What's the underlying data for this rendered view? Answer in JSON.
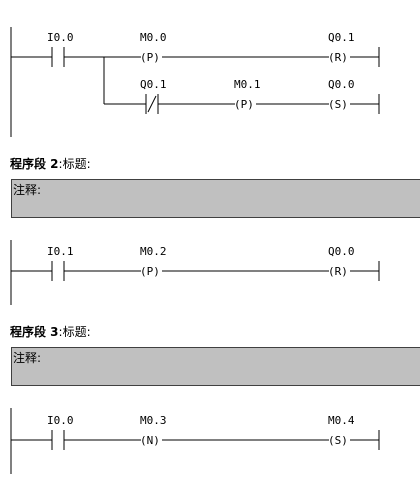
{
  "networks": [
    {
      "title": null,
      "elements": {
        "contact_i00": "I0.0",
        "coil_m00_addr": "M0.0",
        "coil_m00_sym": "(P)",
        "coil_q01_addr": "Q0.1",
        "coil_q01_sym": "(R)",
        "contact_q01": "Q0.1",
        "coil_m01_addr": "M0.1",
        "coil_m01_sym": "(P)",
        "coil_q00_addr": "Q0.0",
        "coil_q00_sym": "(S)"
      }
    },
    {
      "segment_label": "程序段 2",
      "title_label": "标题:",
      "comment_label": "注释:",
      "elements": {
        "contact_i01": "I0.1",
        "coil_m02_addr": "M0.2",
        "coil_m02_sym": "(P)",
        "coil_q00_addr": "Q0.0",
        "coil_q00_sym": "(R)"
      }
    },
    {
      "segment_label": "程序段 3",
      "title_label": "标题:",
      "comment_label": "注释:",
      "elements": {
        "contact_i00": "I0.0",
        "coil_m03_addr": "M0.3",
        "coil_m03_sym": "(N)",
        "coil_m04_addr": "M0.4",
        "coil_m04_sym": "(S)"
      }
    }
  ]
}
